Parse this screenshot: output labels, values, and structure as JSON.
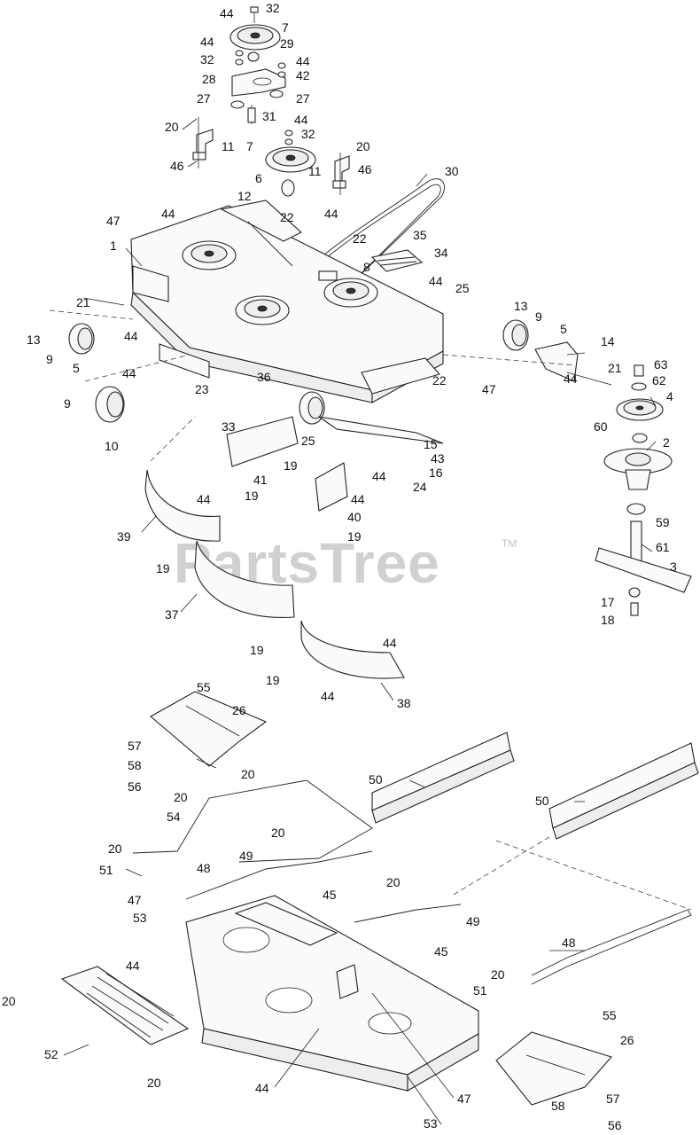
{
  "watermark": {
    "text": "PartsTree",
    "mark": "TM"
  },
  "callouts": [
    "44",
    "32",
    "7",
    "44",
    "29",
    "32",
    "44",
    "42",
    "28",
    "27",
    "27",
    "31",
    "20",
    "44",
    "32",
    "11",
    "7",
    "46",
    "6",
    "20",
    "11",
    "46",
    "30",
    "12",
    "47",
    "44",
    "22",
    "44",
    "1",
    "22",
    "35",
    "34",
    "8",
    "44",
    "25",
    "21",
    "13",
    "9",
    "44",
    "5",
    "44",
    "13",
    "9",
    "5",
    "14",
    "21",
    "44",
    "63",
    "62",
    "4",
    "36",
    "22",
    "47",
    "23",
    "33",
    "60",
    "9",
    "10",
    "25",
    "15",
    "16",
    "43",
    "2",
    "19",
    "44",
    "24",
    "41",
    "19",
    "44",
    "40",
    "59",
    "39",
    "44",
    "19",
    "61",
    "19",
    "3",
    "37",
    "17",
    "18",
    "19",
    "44",
    "19",
    "44",
    "38",
    "55",
    "26",
    "57",
    "20",
    "58",
    "56",
    "50",
    "20",
    "54",
    "50",
    "20",
    "20",
    "48",
    "51",
    "49",
    "45",
    "20",
    "47",
    "53",
    "49",
    "45",
    "44",
    "48",
    "20",
    "20",
    "51",
    "55",
    "52",
    "26",
    "20",
    "44",
    "57",
    "53",
    "47",
    "58",
    "56"
  ]
}
